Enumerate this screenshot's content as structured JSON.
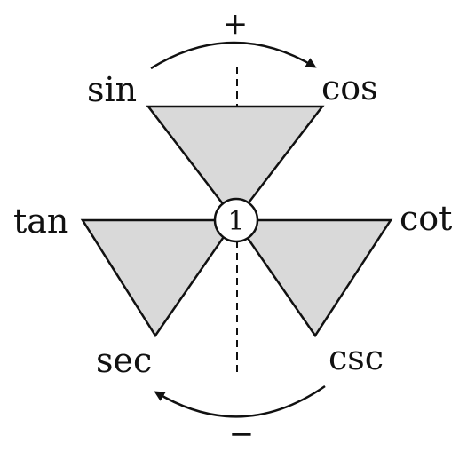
{
  "labels": {
    "sin": "sin",
    "cos": "cos",
    "tan": "tan",
    "cot": "cot",
    "sec": "sec",
    "csc": "csc"
  },
  "center": "1",
  "signs": {
    "top": "+",
    "bottom": "−"
  },
  "colors": {
    "triangle_fill": "#d9d9d9",
    "stroke": "#111111"
  }
}
